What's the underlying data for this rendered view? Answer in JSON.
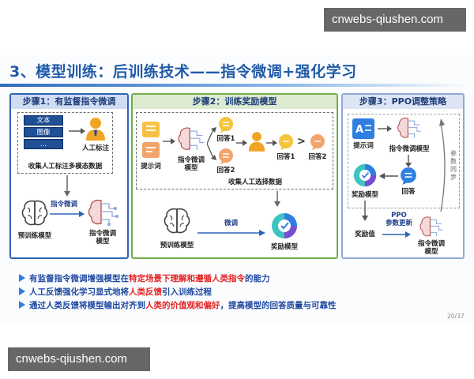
{
  "watermark_top": "cnwebs-qiushen.com",
  "watermark_bottom": "cnwebs-qiushen.com",
  "slide": {
    "title": "3、模型训练：后训练技术——指令微调+强化学习",
    "page_number": "20/37",
    "colors": {
      "blue_panel": "#2e63b8",
      "green_panel": "#6fae48",
      "light_panel": "#8fa9d8",
      "title": "#1f5aa8",
      "accent_red": "#e52222"
    }
  },
  "step1": {
    "header": "步骤1：有监督指令微调",
    "doc_items": [
      "文本",
      "图像",
      "..."
    ],
    "annotator_label": "人工标注",
    "collect_label": "收集人工标注多模态数据",
    "arrow_label": "指令微调",
    "pretrained_label": "预训练模型",
    "finetuned_label": "指令微调\n模型"
  },
  "step2": {
    "header": "步骤2：训练奖励模型",
    "prompt_label": "提示词",
    "model_label": "指令微调\n模型",
    "answer1_label": "回答1",
    "answer2_label": "回答2",
    "ranked_answer1": "回答1",
    "ranked_answer2": "回答2",
    "compare_symbol": ">",
    "collect_label": "收集人工选择数据",
    "arrow_label": "微调",
    "pretrained_label": "预训练模型",
    "reward_label": "奖励模型"
  },
  "step3": {
    "header": "步骤3：PPO调整策略",
    "prompt_label": "提示词",
    "model_label": "指令微调模型",
    "answer_label": "回答",
    "reward_model_label": "奖励模型",
    "reward_value_label": "奖励值",
    "ppo_label": "PPO\n参数更新",
    "final_model_label": "指令微调\n模型",
    "side_label": "参\n数\n同\n步"
  },
  "bullets": [
    {
      "parts": [
        {
          "text": "有监督指令微调增强模型在",
          "red": false
        },
        {
          "text": "特定场景下理解和遵循人类指令",
          "red": true
        },
        {
          "text": "的能力",
          "red": false
        }
      ]
    },
    {
      "parts": [
        {
          "text": "人工反馈强化学习显式地将",
          "red": false
        },
        {
          "text": "人类反馈",
          "red": true
        },
        {
          "text": "引入训练过程",
          "red": false
        }
      ]
    },
    {
      "parts": [
        {
          "text": "通过人类反馈将模型输出对齐到",
          "red": false
        },
        {
          "text": "人类的价值观和偏好",
          "red": true
        },
        {
          "text": "，提高模型的回答质量与可靠性",
          "red": false
        }
      ]
    }
  ]
}
